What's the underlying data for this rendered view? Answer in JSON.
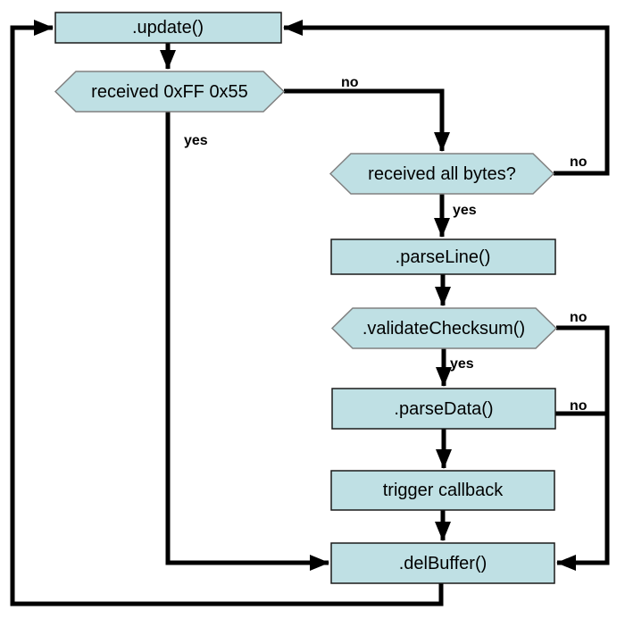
{
  "diagram": {
    "type": "flowchart",
    "background": "#ffffff",
    "colors": {
      "node_fill": "#bfe0e4",
      "process_border": "#1a1a1a",
      "decision_border": "#808080",
      "edge": "#000000",
      "text": "#000000"
    },
    "nodes": [
      {
        "id": "update",
        "type": "process",
        "label": ".update()"
      },
      {
        "id": "received-header",
        "type": "decision",
        "label": "received 0xFF 0x55"
      },
      {
        "id": "received-all-bytes",
        "type": "decision",
        "label": "received all bytes?"
      },
      {
        "id": "parse-line",
        "type": "process",
        "label": ".parseLine()"
      },
      {
        "id": "validate-checksum",
        "type": "decision",
        "label": ".validateChecksum()"
      },
      {
        "id": "parse-data",
        "type": "process",
        "label": ".parseData()"
      },
      {
        "id": "trigger-callback",
        "type": "process",
        "label": "trigger callback"
      },
      {
        "id": "del-buffer",
        "type": "process",
        "label": ".delBuffer()"
      }
    ],
    "edge_labels": [
      {
        "edge": "received-header-no",
        "text": "no"
      },
      {
        "edge": "received-header-yes",
        "text": "yes"
      },
      {
        "edge": "received-all-bytes-no",
        "text": "no"
      },
      {
        "edge": "received-all-bytes-yes",
        "text": "yes"
      },
      {
        "edge": "validate-checksum-no",
        "text": "no"
      },
      {
        "edge": "validate-checksum-yes",
        "text": "yes"
      },
      {
        "edge": "parse-data-no",
        "text": "no"
      }
    ]
  }
}
